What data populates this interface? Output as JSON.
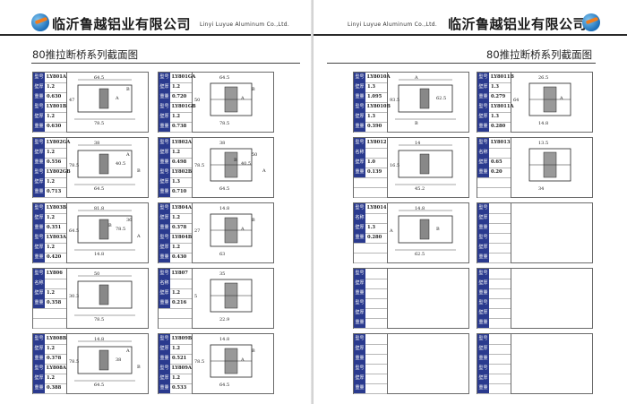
{
  "company": {
    "name_cn": "临沂鲁越铝业有限公司",
    "name_en": "Linyi Luyue Aluminum Co.,Ltd."
  },
  "section_title": "80推拉断桥系列截面图",
  "spec_keys": {
    "model": "型号",
    "wall": "壁厚",
    "weight": "重量",
    "name": "名称"
  },
  "left_cells": [
    {
      "rows": [
        "LY801A",
        "1.2",
        "0.630",
        "LY801B",
        "1.2",
        "0.630"
      ],
      "dims": [
        "64.5",
        "78.5",
        "47",
        "A",
        "B"
      ]
    },
    {
      "rows": [
        "LY801GA",
        "1.2",
        "0.720",
        "LY801GB",
        "1.2",
        "0.738"
      ],
      "dims": [
        "64.5",
        "78.5",
        "50",
        "A",
        "B"
      ]
    },
    {
      "rows": [
        "LY802GA",
        "1.2",
        "0.556",
        "LY802GB",
        "1.2",
        "0.713"
      ],
      "dims": [
        "38",
        "64.5",
        "78.5",
        "40.5",
        "A",
        "B"
      ]
    },
    {
      "rows": [
        "LY802A",
        "1.2",
        "0.498",
        "LY802B",
        "1.3",
        "0.710"
      ],
      "dims": [
        "38",
        "64.5",
        "78.5",
        "40.5",
        "50",
        "A",
        "B"
      ]
    },
    {
      "rows": [
        "LY803B",
        "1.2",
        "0.351",
        "LY803A",
        "1.2",
        "0.420"
      ],
      "dims": [
        "81.8",
        "14.8",
        "64.5",
        "78.5",
        "36",
        "A",
        "B"
      ]
    },
    {
      "rows": [
        "LY804A",
        "1.2",
        "0.378",
        "LY804B",
        "1.2",
        "0.430"
      ],
      "dims": [
        "14.8",
        "63",
        "27",
        "A",
        "B"
      ]
    },
    {
      "rows": [
        "LY806",
        "",
        "1.2",
        "0.358",
        "",
        ""
      ],
      "dims": [
        "50",
        "78.5",
        "30.3"
      ]
    },
    {
      "rows": [
        "LY807",
        "",
        "1.2",
        "0.216",
        "",
        ""
      ],
      "dims": [
        "35",
        "22.9",
        "5"
      ]
    },
    {
      "rows": [
        "LY808B",
        "1.2",
        "0.378",
        "LY808A",
        "1.2",
        "0.388"
      ],
      "dims": [
        "14.8",
        "64.5",
        "78.5",
        "38",
        "A",
        "B"
      ]
    },
    {
      "rows": [
        "LY809B",
        "1.2",
        "0.521",
        "LY809A",
        "1.2",
        "0.533"
      ],
      "dims": [
        "14.8",
        "64.5",
        "78.5",
        "A",
        "B"
      ]
    }
  ],
  "right_cells": [
    {
      "rows": [
        "LY8010A",
        "1.3",
        "1.095",
        "LY8010B",
        "1.3",
        "0.390"
      ],
      "dims": [
        "A",
        "B",
        "93.5",
        "62.5"
      ]
    },
    {
      "rows": [
        "LY8011B",
        "1.3",
        "0.279",
        "LY8011A",
        "1.3",
        "0.280"
      ],
      "dims": [
        "26.5",
        "14.8",
        "64",
        "A"
      ]
    },
    {
      "rows": [
        "LY8012",
        "",
        "1.0",
        "0.139",
        "",
        ""
      ],
      "dims": [
        "14",
        "45.2",
        "16.5"
      ]
    },
    {
      "rows": [
        "LY8013",
        "",
        "0.65",
        "0.20",
        "",
        ""
      ],
      "dims": [
        "13.5",
        "34"
      ]
    },
    {
      "rows": [
        "LY8014",
        "",
        "1.3",
        "0.280",
        "",
        ""
      ],
      "dims": [
        "14.8",
        "62.5",
        "A",
        "B"
      ]
    },
    {
      "rows": [
        "",
        "",
        "",
        "",
        "",
        ""
      ],
      "dims": []
    },
    {
      "rows": [
        "",
        "",
        "",
        "",
        "",
        ""
      ],
      "dims": []
    },
    {
      "rows": [
        "",
        "",
        "",
        "",
        "",
        ""
      ],
      "dims": []
    },
    {
      "rows": [
        "",
        "",
        "",
        "",
        "",
        ""
      ],
      "dims": []
    },
    {
      "rows": [
        "",
        "",
        "",
        "",
        "",
        ""
      ],
      "dims": []
    }
  ]
}
